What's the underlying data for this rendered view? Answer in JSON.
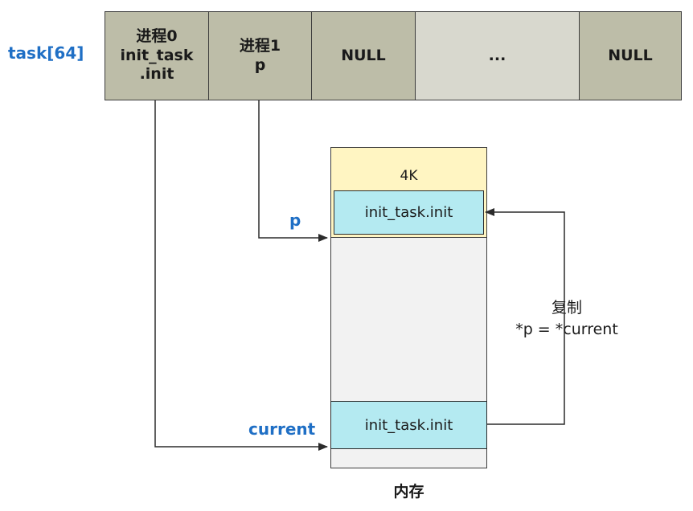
{
  "array": {
    "label": "task[64]",
    "cells": [
      {
        "text": "进程0\ninit_task\n.init",
        "tone": "dark"
      },
      {
        "text": "进程1\np",
        "tone": "dark"
      },
      {
        "text": "NULL",
        "tone": "dark"
      },
      {
        "text": "...",
        "tone": "light"
      },
      {
        "text": "NULL",
        "tone": "dark"
      }
    ]
  },
  "memory": {
    "page_size_label": "4K",
    "top_block_label": "init_task.init",
    "bottom_block_label": "init_task.init",
    "caption": "内存"
  },
  "pointers": {
    "p_label": "p",
    "current_label": "current"
  },
  "copy": {
    "line1": "复制",
    "line2": "*p = *current"
  },
  "colors": {
    "cell_dark": "#bdbda8",
    "cell_light": "#d8d8ce",
    "page_yellow": "#fff5c2",
    "memory_gray": "#f2f2f2",
    "block_cyan": "#b4eaf1",
    "label_blue": "#1f6fc5"
  }
}
